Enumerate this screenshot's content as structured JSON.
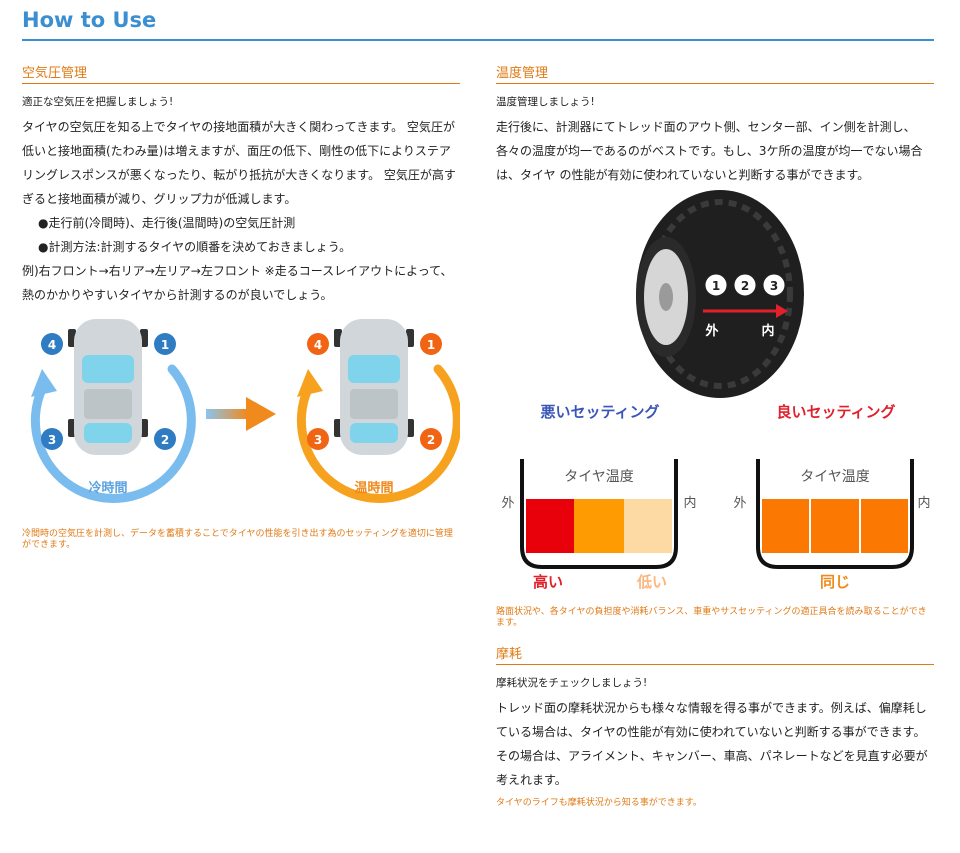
{
  "page": {
    "title": "How to Use"
  },
  "air_pressure": {
    "heading": "空気圧管理",
    "lead": "適正な空気圧を把握しましょう!",
    "paragraph": "タイヤの空気圧を知る上でタイヤの接地面積が大きく関わってきます。 空気圧が低いと接地面積(たわみ量)は増えますが、面圧の低下、剛性の低下によりステアリングレスポンスが悪くなったり、転がり抵抗が大きくなります。 空気圧が高すぎると接地面積が減り、グリップ力が低減します。",
    "bullets": [
      "●走行前(冷間時)、走行後(温間時)の空気圧計測",
      "●計測方法:計測するタイヤの順番を決めておきましょう。"
    ],
    "example": "例)右フロント→右リア→左リア→左フロント ※走るコースレイアウトによって、熱のかかりやすいタイヤから計測するのが良いでしょう。",
    "diagram": {
      "cold_label": "冷時間",
      "warm_label": "温時間",
      "numbers": [
        "1",
        "2",
        "3",
        "4"
      ],
      "cold_color": "#7bbcee",
      "warm_color": "#f6a21e",
      "badge_blue": "#2f7cc3",
      "badge_orange": "#f06414"
    },
    "note": "冷間時の空気圧を計測し、データを蓄積することでタイヤの性能を引き出す為のセッティングを適切に管理ができます。"
  },
  "temperature": {
    "heading": "温度管理",
    "lead": "温度管理しましょう!",
    "paragraph": "走行後に、計測器にてトレッド面のアウト側、センター部、イン側を計測し、各々の温度が均一であるのがベストです。もし、3ケ所の温度が均一でない場合は、タイヤ の性能が有効に使われていないと判断する事ができます。",
    "tire": {
      "positions": [
        "1",
        "2",
        "3"
      ],
      "out_label": "外",
      "in_label": "内"
    },
    "bad_title": "悪いセッティング",
    "good_title": "良いセッティング",
    "gauge_title": "タイヤ温度",
    "out_label": "外",
    "in_label": "内",
    "bad_high": "高い",
    "bad_low": "低い",
    "good_same": "同じ",
    "note": "路面状況や、各タイヤの負担度や消耗バランス、車重やサスセッティングの適正具合を読み取ることができます。"
  },
  "wear": {
    "heading": "摩耗",
    "lead": "摩耗状況をチェックしましょう!",
    "paragraph": "トレッド面の摩耗状況からも様々な情報を得る事ができます。例えば、偏摩耗している場合は、タイヤの性能が有効に使われていないと判断する事ができます。 その場合は、アライメント、キャンバー、車高、パネレートなどを見直す必要が考えれます。",
    "note": "タイヤのライフも摩耗状況から知る事ができます。"
  }
}
